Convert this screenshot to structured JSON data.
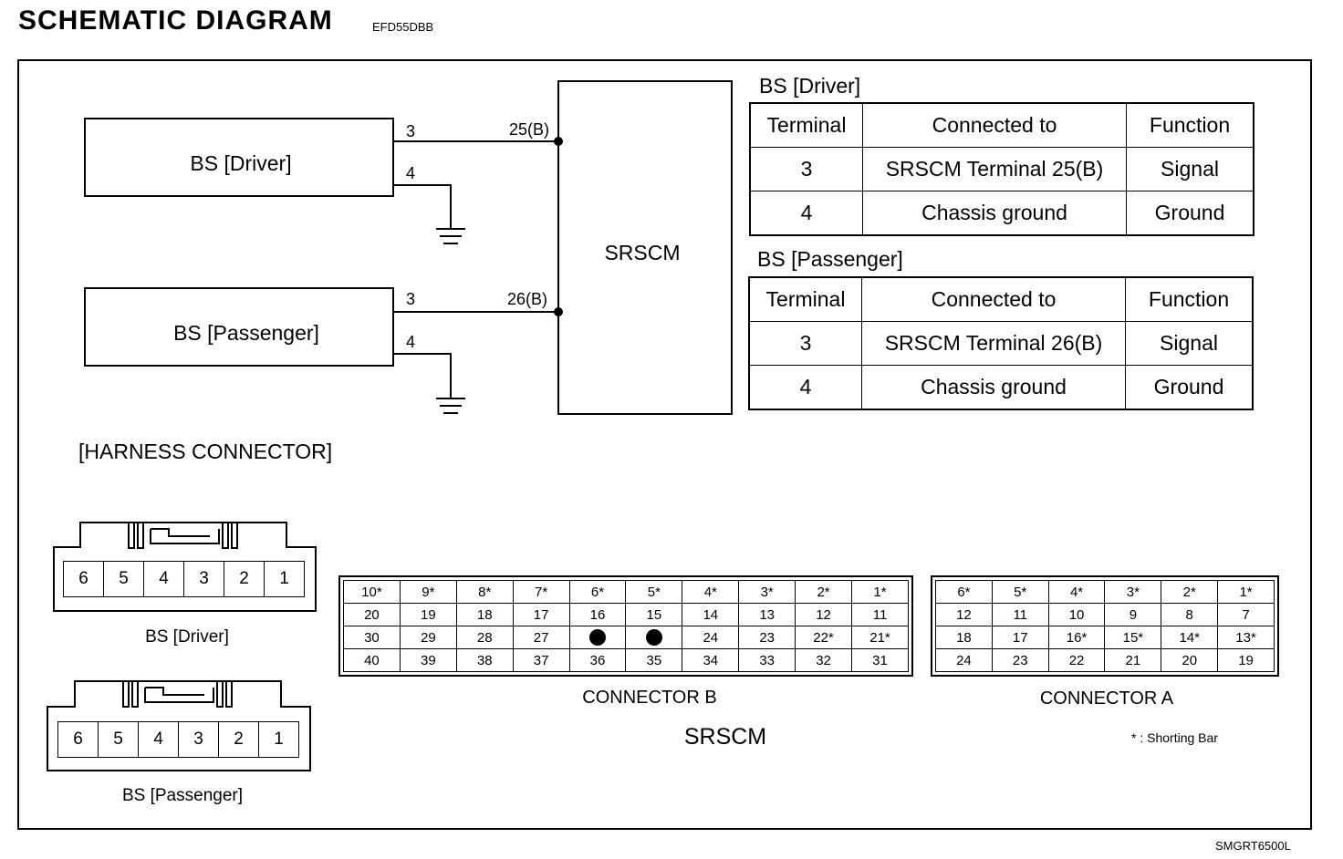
{
  "header": {
    "title": "SCHEMATIC DIAGRAM",
    "code": "EFD55DBB",
    "footer_code": "SMGRT6500L"
  },
  "schematic": {
    "driver_box": "BS [Driver]",
    "passenger_box": "BS [Passenger]",
    "srscm_box": "SRSCM",
    "driver_pin_signal": "3",
    "driver_pin_ground": "4",
    "passenger_pin_signal": "3",
    "passenger_pin_ground": "4",
    "srscm_pin_driver": "25(B)",
    "srscm_pin_passenger": "26(B)"
  },
  "tables": {
    "driver": {
      "title": "BS [Driver]",
      "headers": [
        "Terminal",
        "Connected to",
        "Function"
      ],
      "rows": [
        [
          "3",
          "SRSCM Terminal 25(B)",
          "Signal"
        ],
        [
          "4",
          "Chassis ground",
          "Ground"
        ]
      ]
    },
    "passenger": {
      "title": "BS [Passenger]",
      "headers": [
        "Terminal",
        "Connected to",
        "Function"
      ],
      "rows": [
        [
          "3",
          "SRSCM Terminal 26(B)",
          "Signal"
        ],
        [
          "4",
          "Chassis ground",
          "Ground"
        ]
      ]
    }
  },
  "harness": {
    "title": "[HARNESS CONNECTOR]",
    "bs_driver": {
      "label": "BS [Driver]",
      "pins": [
        "6",
        "5",
        "4",
        "3",
        "2",
        "1"
      ]
    },
    "bs_passenger": {
      "label": "BS [Passenger]",
      "pins": [
        "6",
        "5",
        "4",
        "3",
        "2",
        "1"
      ]
    },
    "connector_b": {
      "label": "CONNECTOR B",
      "rows": [
        [
          "10*",
          "9*",
          "8*",
          "7*",
          "6*",
          "5*",
          "4*",
          "3*",
          "2*",
          "1*"
        ],
        [
          "20",
          "19",
          "18",
          "17",
          "16",
          "15",
          "14",
          "13",
          "12",
          "11"
        ],
        [
          "30",
          "29",
          "28",
          "27",
          "●",
          "●",
          "24",
          "23",
          "22*",
          "21*"
        ],
        [
          "40",
          "39",
          "38",
          "37",
          "36",
          "35",
          "34",
          "33",
          "32",
          "31"
        ]
      ]
    },
    "connector_a": {
      "label": "CONNECTOR A",
      "rows": [
        [
          "6*",
          "5*",
          "4*",
          "3*",
          "2*",
          "1*"
        ],
        [
          "12",
          "11",
          "10",
          "9",
          "8",
          "7"
        ],
        [
          "18",
          "17",
          "16*",
          "15*",
          "14*",
          "13*"
        ],
        [
          "24",
          "23",
          "22",
          "21",
          "20",
          "19"
        ]
      ]
    },
    "srscm_label": "SRSCM",
    "note": "* : Shorting Bar"
  }
}
